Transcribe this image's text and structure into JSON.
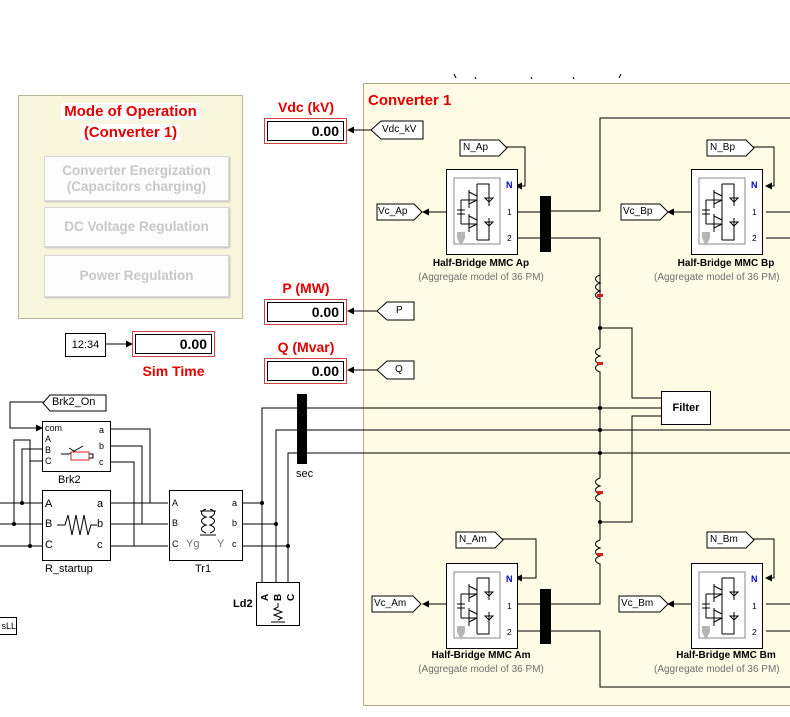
{
  "mode_panel": {
    "title_line1": "Mode of Operation",
    "title_line2": "(Converter 1)",
    "buttons": [
      {
        "line1": "Converter Energization",
        "line2": "(Capacitors charging)"
      },
      {
        "line1": "DC Voltage Regulation",
        "line2": ""
      },
      {
        "line1": "Power Regulation",
        "line2": ""
      }
    ]
  },
  "displays": {
    "vdc": {
      "label": "Vdc (kV)",
      "value": "0.00",
      "tag": "Vdc_kV"
    },
    "p": {
      "label": "P (MW)",
      "value": "0.00",
      "tag": "P"
    },
    "q": {
      "label": "Q (Mvar)",
      "value": "0.00",
      "tag": "Q"
    },
    "sim_time": {
      "label": "Sim Time",
      "value": "0.00",
      "clock": "12:34"
    }
  },
  "converter": {
    "title": "Converter 1",
    "blocks": [
      {
        "id": "ap",
        "goto_n": "N_Ap",
        "goto_vc": "Vc_Ap",
        "name": "Half-Bridge MMC Ap",
        "sub": "(Aggregate model of 36 PM)"
      },
      {
        "id": "bp",
        "goto_n": "N_Bp",
        "goto_vc": "Vc_Bp",
        "name": "Half-Bridge MMC Bp",
        "sub": "(Aggregate model of 36 PM)"
      },
      {
        "id": "am",
        "goto_n": "N_Am",
        "goto_vc": "Vc_Am",
        "name": "Half-Bridge MMC Am",
        "sub": "(Aggregate model of 36 PM)"
      },
      {
        "id": "bm",
        "goto_n": "N_Bm",
        "goto_vc": "Vc_Bm",
        "name": "Half-Bridge MMC Bm",
        "sub": "(Aggregate model of 36 PM)"
      }
    ],
    "port_n": "N",
    "port_1": "1",
    "port_2": "2",
    "filter": "Filter"
  },
  "brk2": {
    "goto": "Brk2_On",
    "name": "Brk2",
    "ports_left": [
      "com",
      "A",
      "B",
      "C"
    ],
    "ports_right": [
      "a",
      "b",
      "c"
    ]
  },
  "r_startup": {
    "name": "R_startup",
    "ports_left": [
      "A",
      "B",
      "C"
    ],
    "ports_right": [
      "a",
      "b",
      "c"
    ]
  },
  "tr1": {
    "name": "Tr1",
    "ports_left": [
      "A",
      "B",
      "C"
    ],
    "ports_right": [
      "a",
      "b",
      "c"
    ],
    "yg": "Yg",
    "y": "Y"
  },
  "ld2": {
    "name": "Ld2",
    "ports": [
      "A",
      "B",
      "C"
    ]
  },
  "bus_sec": {
    "name": "sec"
  },
  "edge_tag": {
    "text": "sLL"
  }
}
